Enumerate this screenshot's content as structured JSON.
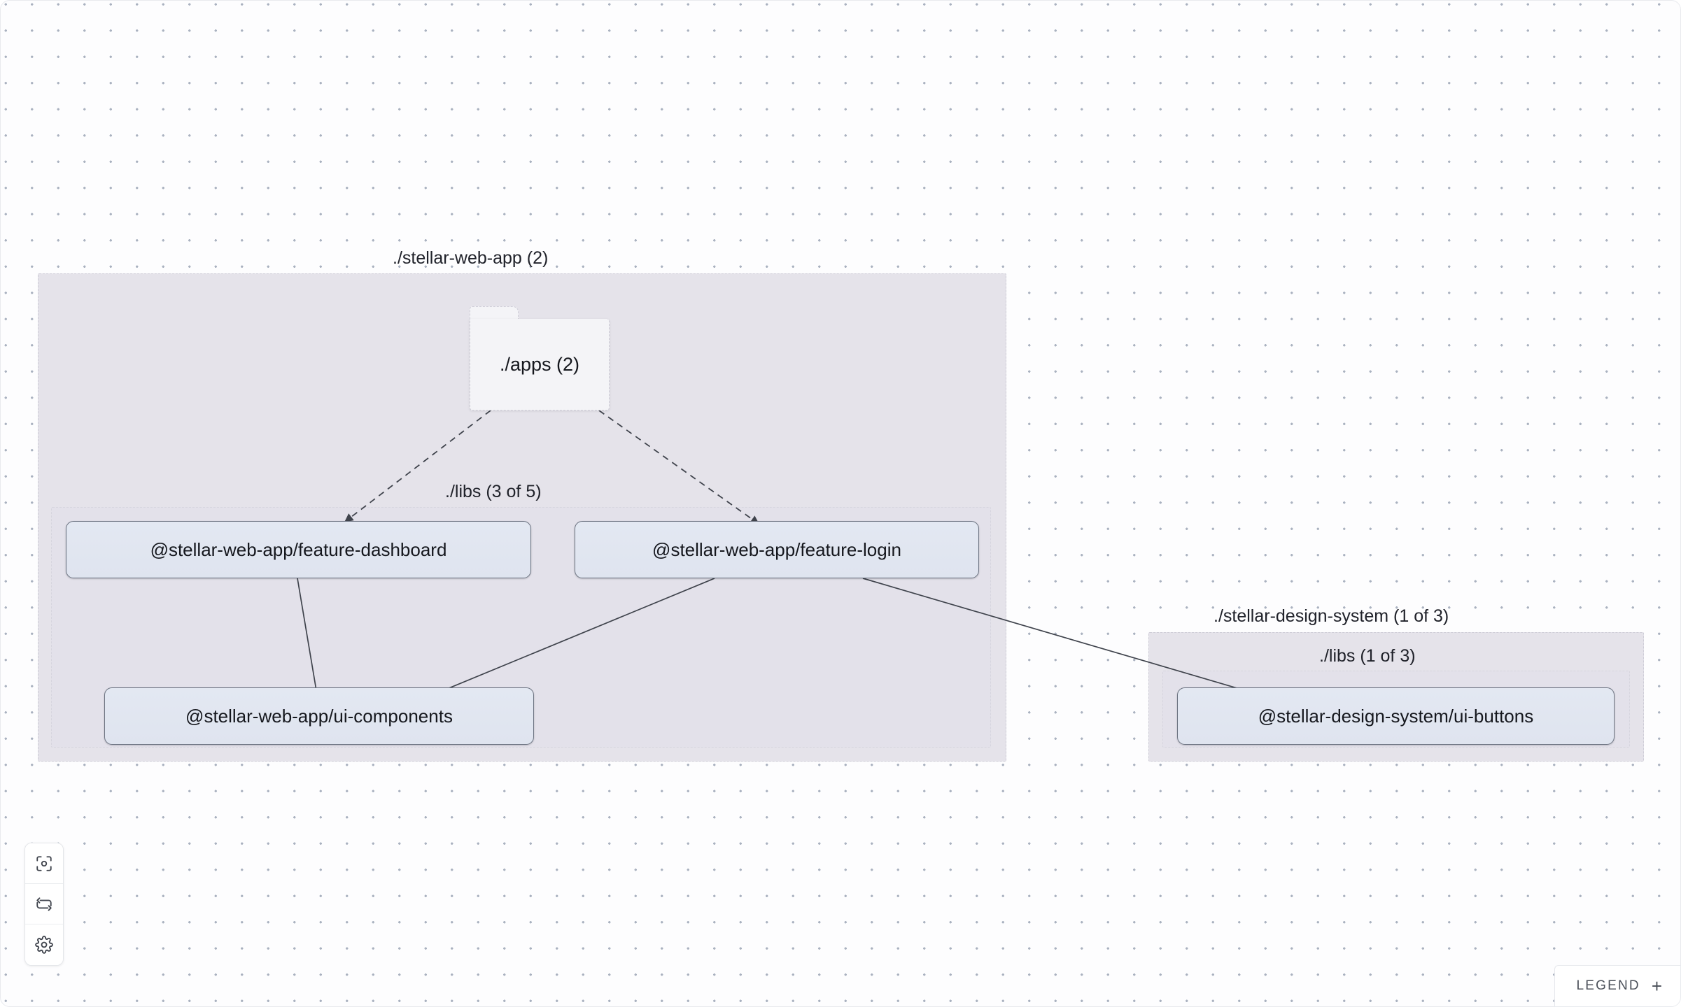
{
  "canvas": {
    "background_color": "#fdfdfe",
    "dot_color": "#aab2c0"
  },
  "groups": [
    {
      "id": "stellar-web-app",
      "label": "./stellar-web-app (2)",
      "fill": "#e5e3ea",
      "border": "#cdccd6",
      "inner": {
        "id": "web-app-libs",
        "label": "./libs (3 of 5)"
      }
    },
    {
      "id": "stellar-design-system",
      "label": "./stellar-design-system (1 of 3)",
      "fill": "#e5e3ea",
      "border": "#cdccd6",
      "inner": {
        "id": "design-system-libs",
        "label": "./libs (1 of 3)"
      }
    }
  ],
  "nodes": {
    "apps_folder": {
      "label": "./apps (2)",
      "type": "folder"
    },
    "feature_dashboard": {
      "label": "@stellar-web-app/feature-dashboard",
      "type": "project"
    },
    "feature_login": {
      "label": "@stellar-web-app/feature-login",
      "type": "project"
    },
    "ui_components": {
      "label": "@stellar-web-app/ui-components",
      "type": "project"
    },
    "ui_buttons": {
      "label": "@stellar-design-system/ui-buttons",
      "type": "project"
    }
  },
  "edges": [
    {
      "from": "apps_folder",
      "to": "feature_dashboard",
      "style": "dashed"
    },
    {
      "from": "apps_folder",
      "to": "feature_login",
      "style": "dashed"
    },
    {
      "from": "feature_dashboard",
      "to": "ui_components",
      "style": "solid"
    },
    {
      "from": "feature_login",
      "to": "ui_components",
      "style": "solid"
    },
    {
      "from": "feature_login",
      "to": "ui_buttons",
      "style": "solid"
    }
  ],
  "toolbar": {
    "focus_graph_label": "focus-graph",
    "refresh_label": "refresh",
    "settings_label": "settings"
  },
  "legend": {
    "label": "LEGEND",
    "expand_symbol": "+"
  }
}
